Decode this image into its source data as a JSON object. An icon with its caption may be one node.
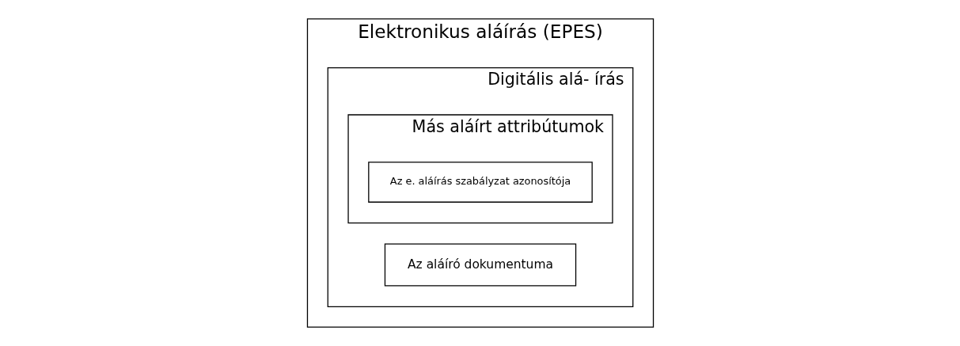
{
  "diagram": {
    "nodes": [
      {
        "text": [
          "Elektronikus aláírás (EPES)"
        ]
      },
      {
        "text": [
          "Digitális alá- írás"
        ],
        "in": 0
      },
      {
        "text": [
          "Az aláíró dokumentuma"
        ],
        "in": 1
      },
      {
        "text": [
          "Más aláírt attribútumok"
        ],
        "in": 1
      },
      {
        "text": [
          "Az e. aláírás szabályzat azonosítója"
        ],
        "in": 3
      }
    ],
    "edges": []
  }
}
